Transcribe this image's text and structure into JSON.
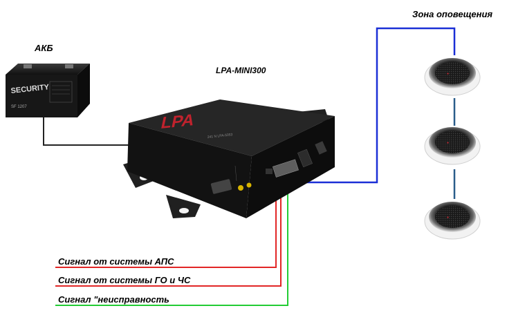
{
  "labels": {
    "battery": "АКБ",
    "device": "LPA-MINI300",
    "zone": "Зона оповещения",
    "signal_aps": "Сигнал от системы АПС",
    "signal_go": "Сигнал от системы ГО и ЧС",
    "signal_fault": "Сигнал \"неисправность"
  },
  "battery_label": {
    "brand": "SECURITY",
    "model": "SF 1207"
  },
  "device_label": {
    "logo": "LPA",
    "sub": "241 N LPA-5053"
  },
  "speaker_badge": "●",
  "colors": {
    "power_wire": "#222222",
    "speaker_wire": "#1a2fd6",
    "link_wire": "#2a5d8a",
    "signal_red": "#e22525",
    "signal_green": "#22cc33",
    "device_body": "#1b1b1b",
    "logo_red": "#c0222d"
  },
  "icons": {
    "battery": "battery-icon",
    "amplifier": "amplifier-device",
    "speaker": "ceiling-speaker-icon"
  }
}
